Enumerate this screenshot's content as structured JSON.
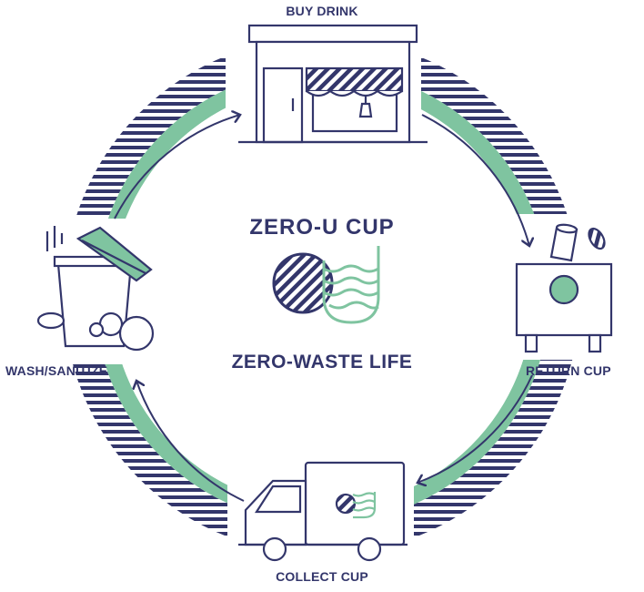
{
  "diagram": {
    "brand": "ZERO-U CUP",
    "tagline": "ZERO-WASTE LIFE",
    "steps": [
      {
        "label": "BUY DRINK",
        "icon": "shop-icon"
      },
      {
        "label": "RETURN CUP",
        "icon": "return-bin-icon"
      },
      {
        "label": "COLLECT CUP",
        "icon": "truck-icon"
      },
      {
        "label": "WASH/SANITIZE",
        "icon": "wash-bin-icon"
      }
    ]
  },
  "colors": {
    "navy": "#33366b",
    "green": "#7fc4a0",
    "white": "#ffffff"
  }
}
